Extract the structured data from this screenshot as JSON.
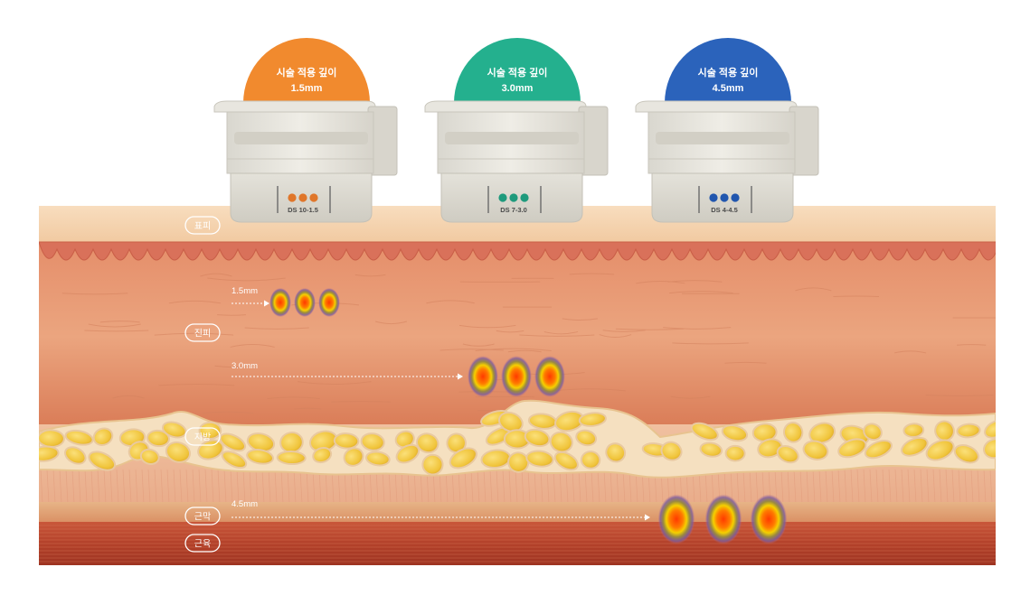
{
  "cartridges": [
    {
      "header_line1": "시술 적용 깊이",
      "header_line2": "1.5mm",
      "color": "#F18A2E",
      "dot_color": "#E0762A",
      "model": "DS 10-1.5"
    },
    {
      "header_line1": "시술 적용 깊이",
      "header_line2": "3.0mm",
      "color": "#24B08E",
      "dot_color": "#1E9A7C",
      "model": "DS 7-3.0"
    },
    {
      "header_line1": "시술 적용 깊이",
      "header_line2": "4.5mm",
      "color": "#2B63BB",
      "dot_color": "#2156AE",
      "model": "DS 4-4.5"
    }
  ],
  "layers": {
    "epidermis": "표피",
    "dermis": "진피",
    "fat": "지방",
    "fascia": "근막",
    "muscle": "근육"
  },
  "depth_markers": [
    {
      "label": "1.5mm"
    },
    {
      "label": "3.0mm"
    },
    {
      "label": "4.5mm"
    }
  ],
  "colors": {
    "epidermis": "#F6D4AE",
    "dermis": "#E79A72",
    "fat": "#F2C93A",
    "muscle": "#B8472F"
  }
}
